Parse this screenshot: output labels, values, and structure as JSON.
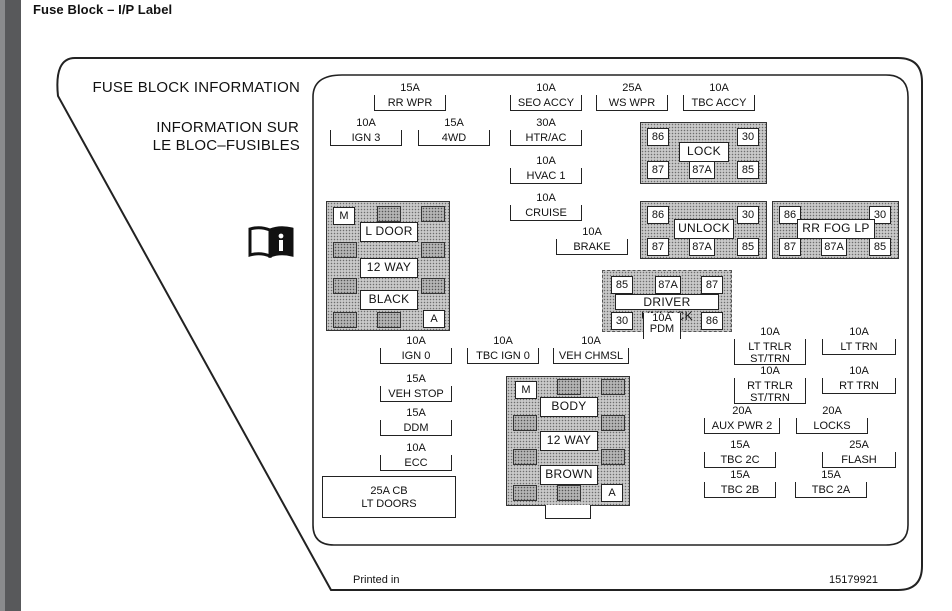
{
  "page_title": "Fuse Block – I/P Label",
  "heading_en": "FUSE BLOCK INFORMATION",
  "heading_fr_line1": "INFORMATION SUR",
  "heading_fr_line2": "LE BLOC–FUSIBLES",
  "icon": "manual-info-icon",
  "fuses": [
    {
      "amp": "15A",
      "name": "RR WPR"
    },
    {
      "amp": "10A",
      "name": "SEO ACCY"
    },
    {
      "amp": "25A",
      "name": "WS WPR"
    },
    {
      "amp": "10A",
      "name": "TBC ACCY"
    },
    {
      "amp": "10A",
      "name": "IGN 3"
    },
    {
      "amp": "15A",
      "name": "4WD"
    },
    {
      "amp": "30A",
      "name": "HTR/AC"
    },
    {
      "amp": "10A",
      "name": "HVAC 1"
    },
    {
      "amp": "10A",
      "name": "CRUISE"
    },
    {
      "amp": "10A",
      "name": "BRAKE"
    },
    {
      "amp": "10A",
      "name": "IGN 0"
    },
    {
      "amp": "10A",
      "name": "TBC IGN 0"
    },
    {
      "amp": "10A",
      "name": "VEH CHMSL"
    },
    {
      "amp": "15A",
      "name": "VEH STOP"
    },
    {
      "amp": "15A",
      "name": "DDM"
    },
    {
      "amp": "10A",
      "name": "ECC"
    },
    {
      "amp": "10A",
      "name": "LT TRLR",
      "name2": "ST/TRN"
    },
    {
      "amp": "10A",
      "name": "LT TRN"
    },
    {
      "amp": "10A",
      "name": "RT TRLR",
      "name2": "ST/TRN"
    },
    {
      "amp": "10A",
      "name": "RT TRN"
    },
    {
      "amp": "20A",
      "name": "AUX PWR 2"
    },
    {
      "amp": "20A",
      "name": "LOCKS"
    },
    {
      "amp": "15A",
      "name": "TBC 2C"
    },
    {
      "amp": "25A",
      "name": "FLASH"
    },
    {
      "amp": "15A",
      "name": "TBC 2B"
    },
    {
      "amp": "15A",
      "name": "TBC 2A"
    }
  ],
  "relays": {
    "lock": {
      "name": "LOCK",
      "pins": [
        "86",
        "30",
        "87",
        "87A",
        "85"
      ]
    },
    "unlock": {
      "name": "UNLOCK",
      "pins": [
        "86",
        "30",
        "87",
        "87A",
        "85"
      ]
    },
    "rr_fog": {
      "name": "RR FOG LP",
      "pins": [
        "86",
        "30",
        "87",
        "87A",
        "85"
      ]
    },
    "driver_unlock": {
      "name": "DRIVER UNLOCK",
      "pins": [
        "85",
        "87A",
        "87",
        "30",
        "86"
      ]
    }
  },
  "pdm": {
    "amp": "10A",
    "name": "PDM"
  },
  "connector_black": {
    "corner_top": "M",
    "corner_bottom": "A",
    "labels": [
      "L DOOR",
      "12 WAY",
      "BLACK"
    ]
  },
  "connector_brown": {
    "corner_top": "M",
    "corner_bottom": "A",
    "labels": [
      "BODY",
      "12 WAY",
      "BROWN"
    ]
  },
  "circuit_breaker": {
    "line1": "25A CB",
    "line2": "LT DOORS"
  },
  "footer_left": "Printed in",
  "footer_right": "15179921"
}
